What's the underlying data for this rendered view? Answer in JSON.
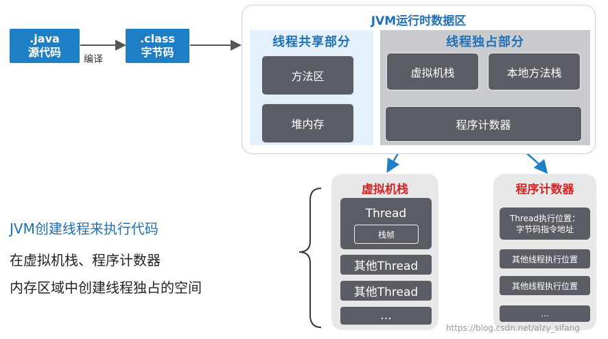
{
  "source": {
    "line1": ".java",
    "line2": "源代码"
  },
  "compile_label": "编译",
  "bytecode": {
    "line1": ".class",
    "line2": "字节码"
  },
  "jvm": {
    "title": "JVM运行时数据区",
    "shared": {
      "title": "线程共享部分",
      "items": [
        "方法区",
        "堆内存"
      ]
    },
    "private": {
      "title": "线程独占部分",
      "items": [
        "虚拟机栈",
        "本地方法栈",
        "程序计数器"
      ]
    }
  },
  "vm_stack_card": {
    "title": "虚拟机栈",
    "thread": "Thread",
    "frame": "栈帧",
    "others": [
      "其他Thread",
      "其他Thread"
    ],
    "ellipsis": "…"
  },
  "pc_card": {
    "title": "程序计数器",
    "thread_pos": [
      "Thread执行位置：",
      "字节码指令地址"
    ],
    "others": [
      "其他线程执行位置",
      "其他线程执行位置"
    ],
    "ellipsis": "…"
  },
  "caption": {
    "line1": "JVM创建线程来执行代码",
    "line2": "在虚拟机栈、程序计数器",
    "line3": "内存区域中创建线程独占的空间"
  },
  "watermark": "https://blog.csdn.net/alzy_sifang",
  "colors": {
    "blue": "#1f7fc4",
    "title_blue": "#1f6fb7",
    "red": "#d42323",
    "dark_box": "#5a5d63"
  }
}
